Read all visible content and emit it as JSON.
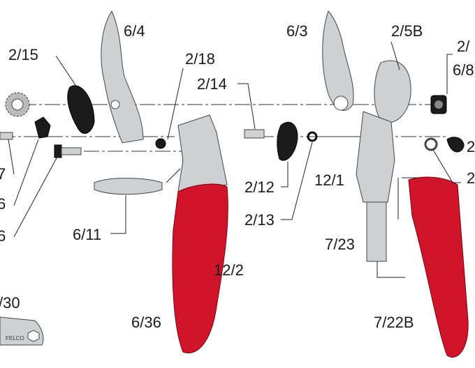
{
  "diagram": {
    "labels": {
      "l_6_4": "6/4",
      "l_2_15": "2/15",
      "l_2_18": "2/18",
      "l_2_14": "2/14",
      "l_6_3": "6/3",
      "l_2_5B": "2/5B",
      "l_2_top_right": "2/",
      "l_6_8": "6/8",
      "l_7_left": "7",
      "l_6_left_a": "6",
      "l_6_left_b": "6",
      "l_6_11": "6/11",
      "l_2_12": "2/12",
      "l_2_13": "2/13",
      "l_12_1": "12/1",
      "l_7_23": "7/23",
      "l_12_2": "12/2",
      "l_6_36": "6/36",
      "l_7_22B": "7/22B",
      "l_30": "/30",
      "l_2_right_a": "2",
      "l_2_right_b": "2"
    },
    "wrench_logo": "FELCO",
    "colors": {
      "handle": "#d0142a",
      "metal": "#cfd0d2",
      "dark_part": "#1b1b1b"
    }
  }
}
